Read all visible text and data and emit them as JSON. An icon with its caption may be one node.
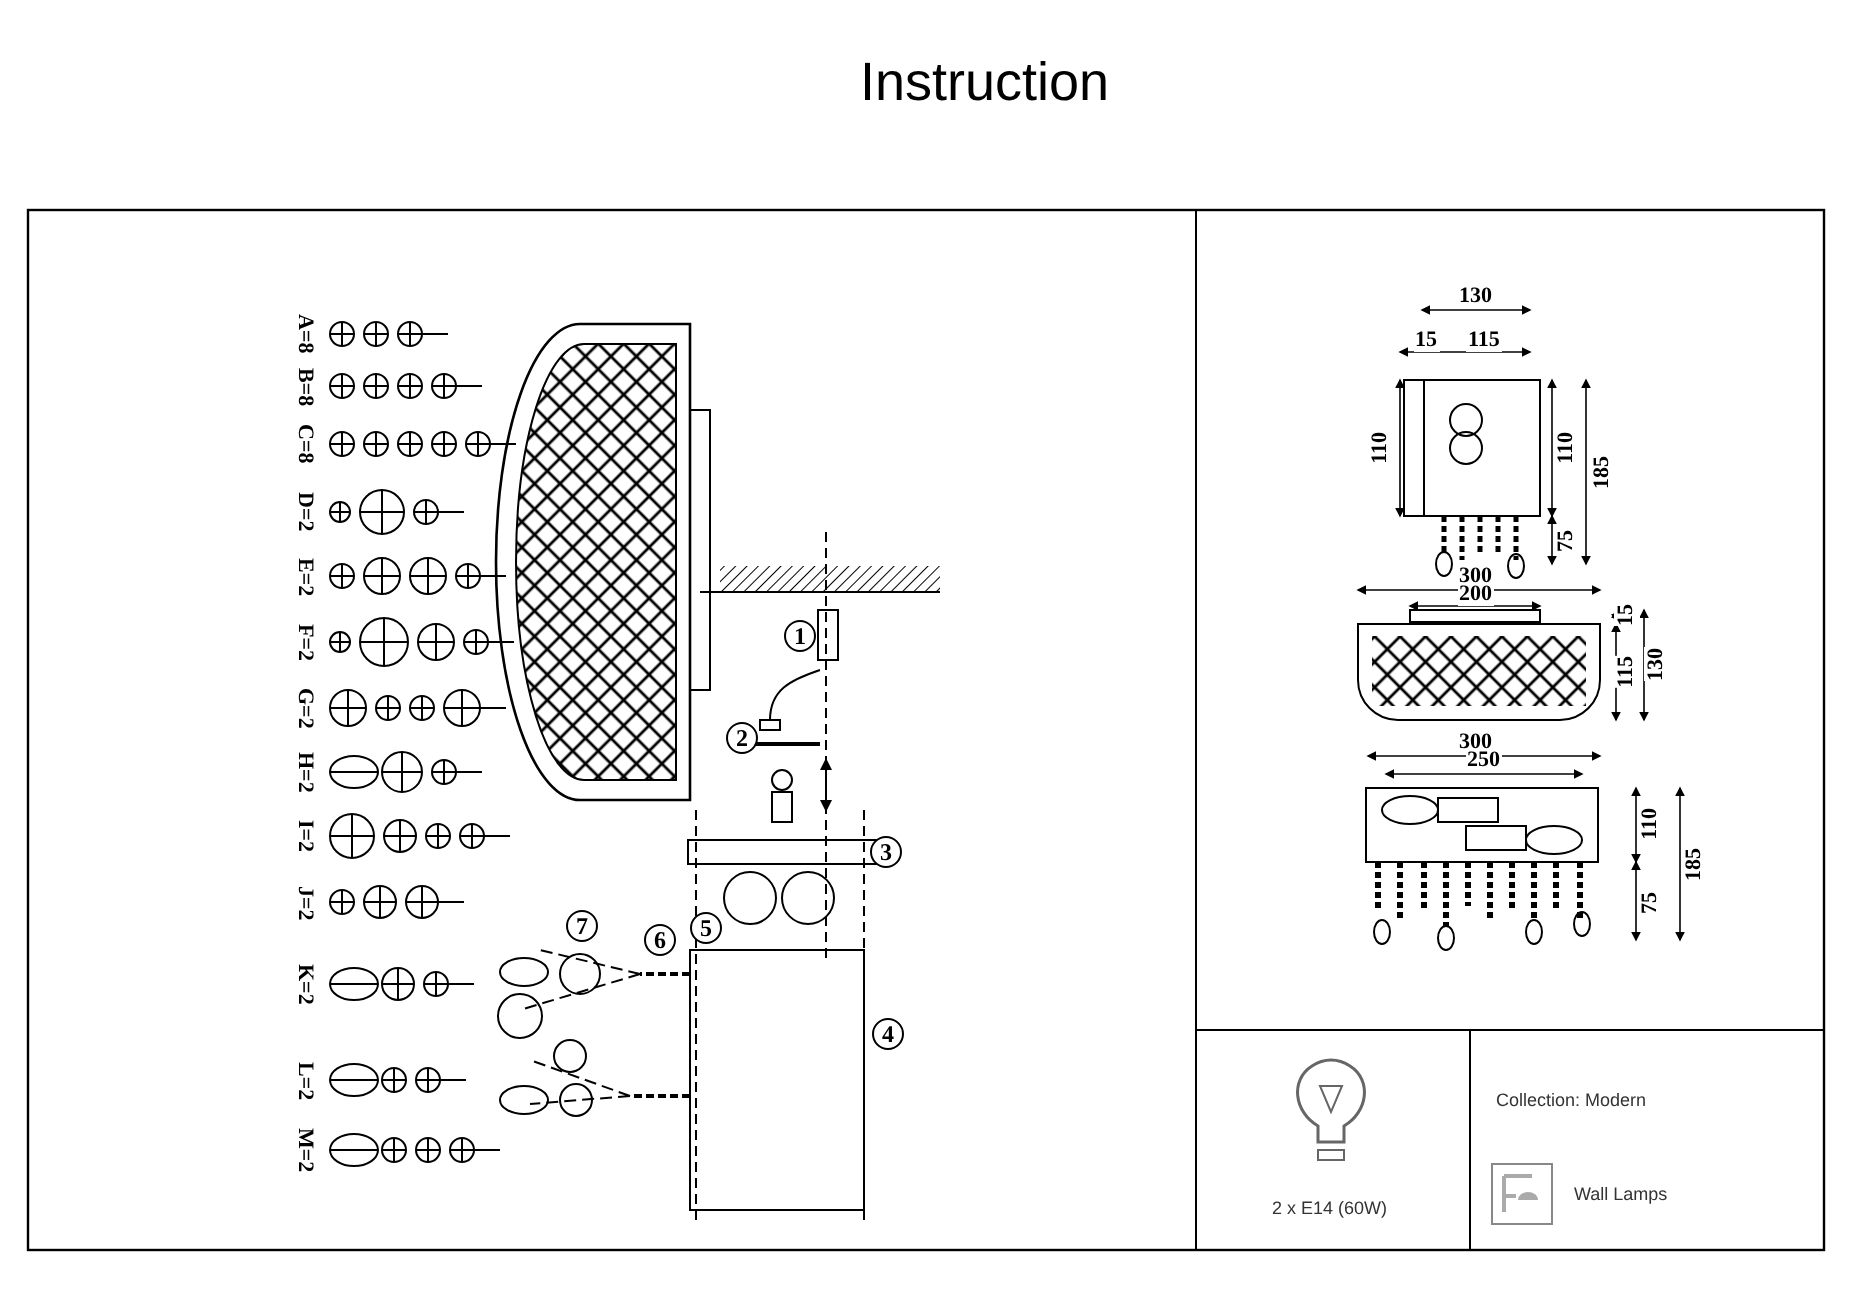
{
  "diagram": {
    "title": "Instruction",
    "labels": [
      "A=8",
      "B=8",
      "C=8",
      "D=2",
      "E=2",
      "F=2",
      "G=2",
      "H=2",
      "I=2",
      "J=2",
      "K=2",
      "L=2",
      "M=2",
      "1",
      "2",
      "3",
      "7",
      "6",
      "5",
      "4",
      "130",
      "15",
      "115",
      "110",
      "110",
      "185",
      "75",
      "300",
      "200",
      "15",
      "115",
      "130",
      "300",
      "250",
      "110",
      "185",
      "75",
      "2 x E14 (60W)",
      "Collection: Modern",
      "Wall Lamps"
    ]
  }
}
